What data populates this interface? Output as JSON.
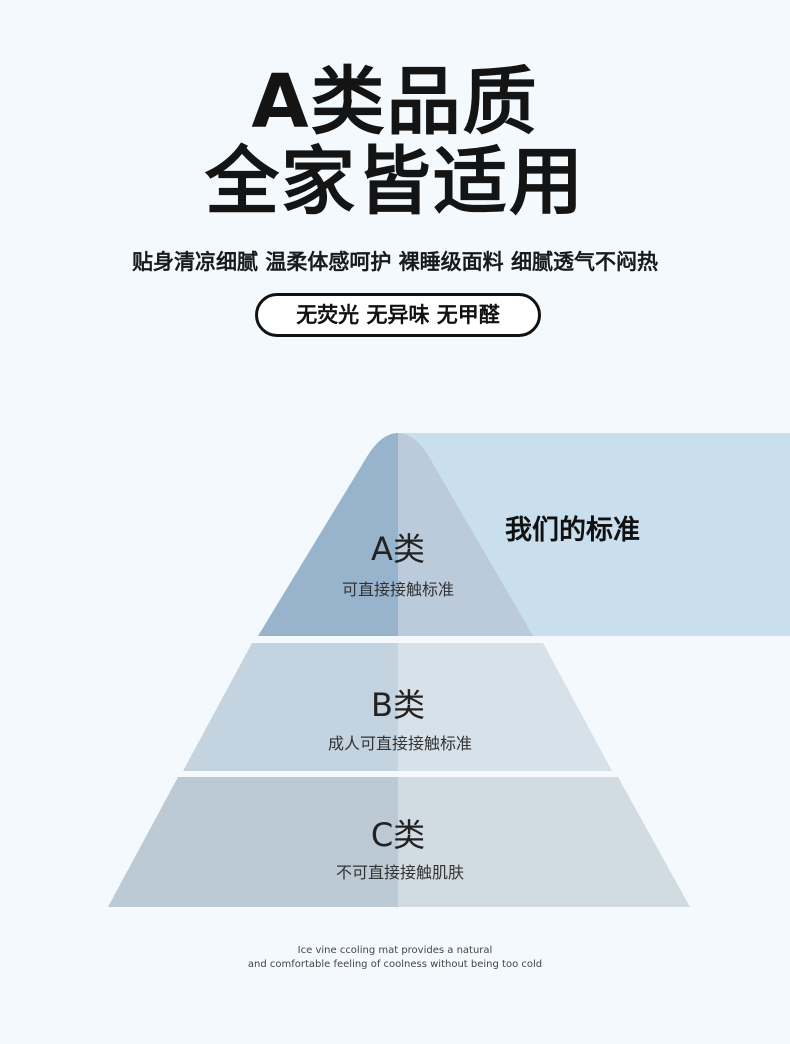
{
  "headline": {
    "line1": "A类品质",
    "line2": "全家皆适用"
  },
  "subtitle": "贴身清凉细腻 温柔体感呵护 裸睡级面料 细腻透气不闷热",
  "badge": "无荧光 无异味 无甲醛",
  "standard_label": "我们的标准",
  "tiers": [
    {
      "label": "A类",
      "desc": "可直接接触标准"
    },
    {
      "label": "B类",
      "desc": "成人可直接接触标准"
    },
    {
      "label": "C类",
      "desc": "不可直接接触肌肤"
    }
  ],
  "footer": {
    "line1": "Ice vine ccoling mat provides a natural",
    "line2": "and comfortable feeling of coolness without being too cold"
  },
  "colors": {
    "panel": "#c9dfee",
    "a_left": "#98b3cc",
    "a_right": "#bccbdc",
    "b_left": "#c3d3e0",
    "b_right": "#d6e1ea",
    "c_left": "#bccad5",
    "c_right": "#d1dbe2"
  }
}
